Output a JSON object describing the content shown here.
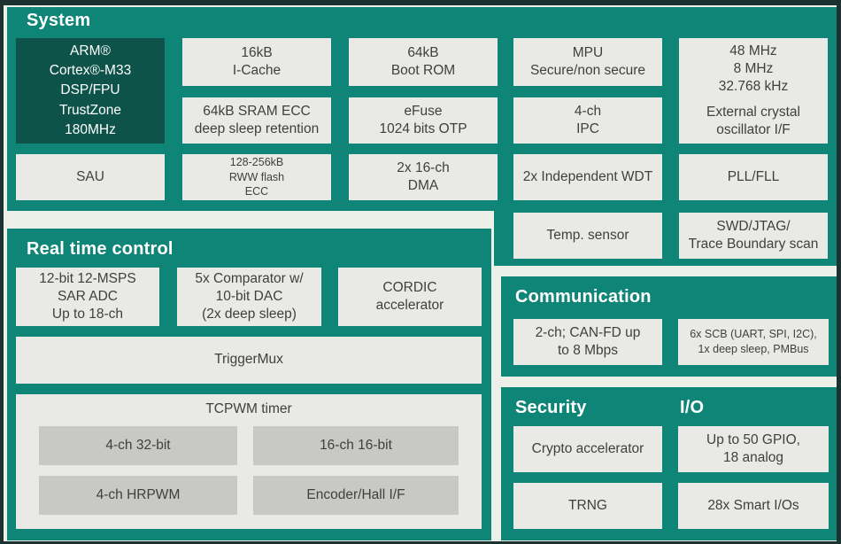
{
  "colors": {
    "teal": "#0f8577",
    "dark_teal": "#0e5349",
    "box_bg": "#e9eae6",
    "gray_block": "#c8c9c5",
    "text_dark": "#3e403f",
    "text_white": "#ffffff",
    "page_bg": "#edefe9",
    "edge": "#0b2220"
  },
  "system": {
    "title": "System",
    "cpu": "ARM®\nCortex®-M33\nDSP/FPU\nTrustZone\n180MHz",
    "icache": "16kB\nI-Cache",
    "bootrom": "64kB\nBoot ROM",
    "mpu": "MPU\nSecure/non secure",
    "clocks": "48 MHz\n8 MHz\n32.768 kHz",
    "crystal": "External crystal\noscillator I/F",
    "sram": "64kB SRAM ECC\ndeep sleep retention",
    "efuse": "eFuse\n1024 bits OTP",
    "ipc": "4-ch\nIPC",
    "sau": "SAU",
    "flash": "128-256kB\nRWW flash\nECC",
    "dma": "2x 16-ch\nDMA",
    "wdt": "2x Independent WDT",
    "pll": "PLL/FLL",
    "temp": "Temp. sensor",
    "swd": "SWD/JTAG/\nTrace Boundary scan"
  },
  "rtc": {
    "title": "Real time control",
    "adc": "12-bit 12-MSPS\nSAR ADC\nUp to 18-ch",
    "comparator": "5x Comparator w/\n10-bit DAC\n(2x deep sleep)",
    "cordic": "CORDIC\naccelerator",
    "triggermux": "TriggerMux",
    "tcpwm": {
      "title": "TCPWM timer",
      "b1": "4-ch 32-bit",
      "b2": "16-ch 16-bit",
      "b3": "4-ch HRPWM",
      "b4": "Encoder/Hall I/F"
    }
  },
  "communication": {
    "title": "Communication",
    "canfd": "2-ch; CAN-FD up\nto 8 Mbps",
    "scb": "6x SCB (UART, SPI, I2C),\n1x deep sleep, PMBus"
  },
  "security": {
    "title": "Security",
    "crypto": "Crypto accelerator",
    "trng": "TRNG"
  },
  "io": {
    "title": "I/O",
    "gpio": "Up to 50 GPIO,\n18 analog",
    "smartio": "28x Smart I/Os"
  }
}
